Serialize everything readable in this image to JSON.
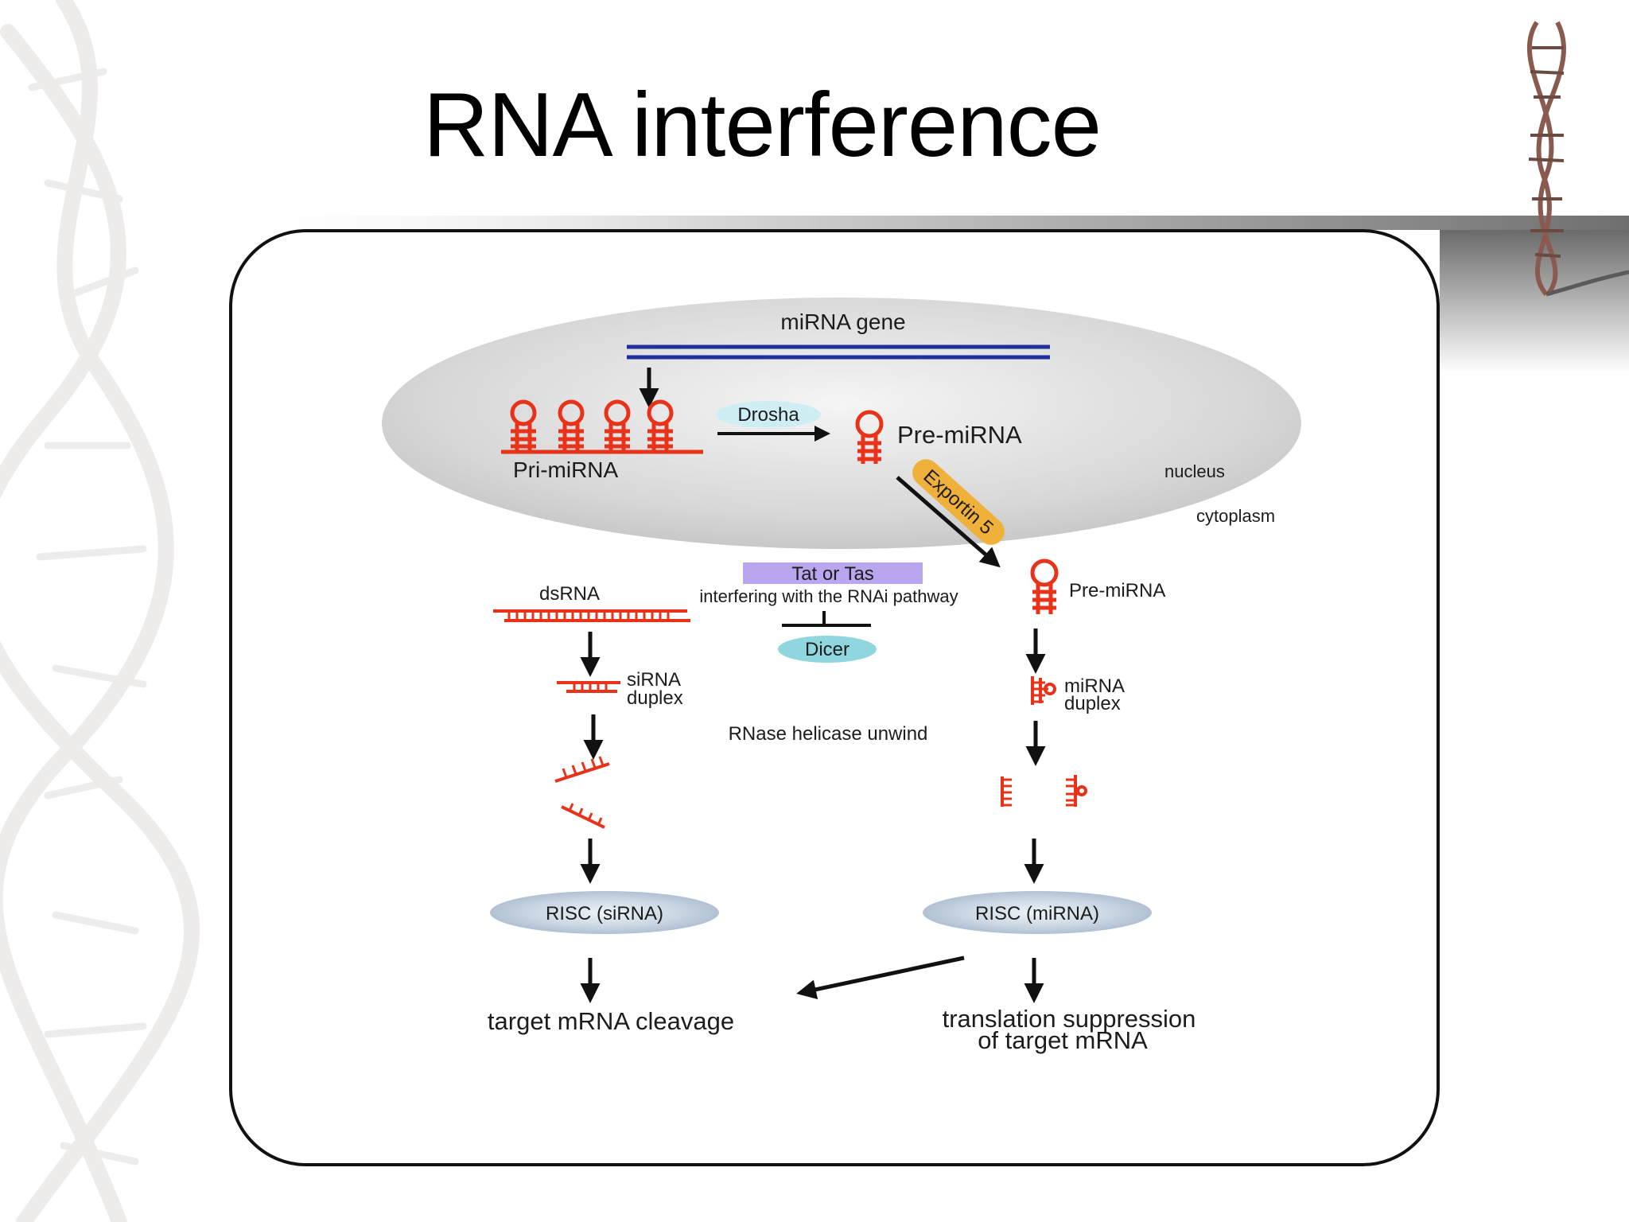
{
  "slide": {
    "title": "RNA interference"
  },
  "diagram": {
    "gene_label": "miRNA gene",
    "pri_mirna_label": "Pri-miRNA",
    "drosha_label": "Drosha",
    "pre_mirna_nuclear_label": "Pre-miRNA",
    "nucleus_label": "nucleus",
    "cytoplasm_label": "cytoplasm",
    "exportin_label": "Exportin 5",
    "tat_tas_label": "Tat or Tas",
    "interfering_label": "interfering with the RNAi pathway",
    "dicer_label": "Dicer",
    "dsrna_label": "dsRNA",
    "pre_mirna_cyto_label": "Pre-miRNA",
    "sirna_duplex_label": [
      "siRNA",
      "duplex"
    ],
    "mirna_duplex_label": [
      "miRNA",
      "duplex"
    ],
    "helicase_label": "RNase helicase unwind",
    "risc_sirna_label": "RISC (siRNA)",
    "risc_mirna_label": "RISC (miRNA)",
    "cleavage_label": "target mRNA cleavage",
    "suppression_label": [
      "translation suppression",
      "of target mRNA"
    ]
  },
  "colors": {
    "rna_red": "#e8321a",
    "gene_blue": "#1f2f9e",
    "tat_purple": "#b9a6ef",
    "dicer_cyan": "#8fd6de",
    "drosha_cyan": "#cfeef3",
    "exportin_orange": "#f0b13a",
    "risc_gray": "#b7c6d6"
  }
}
